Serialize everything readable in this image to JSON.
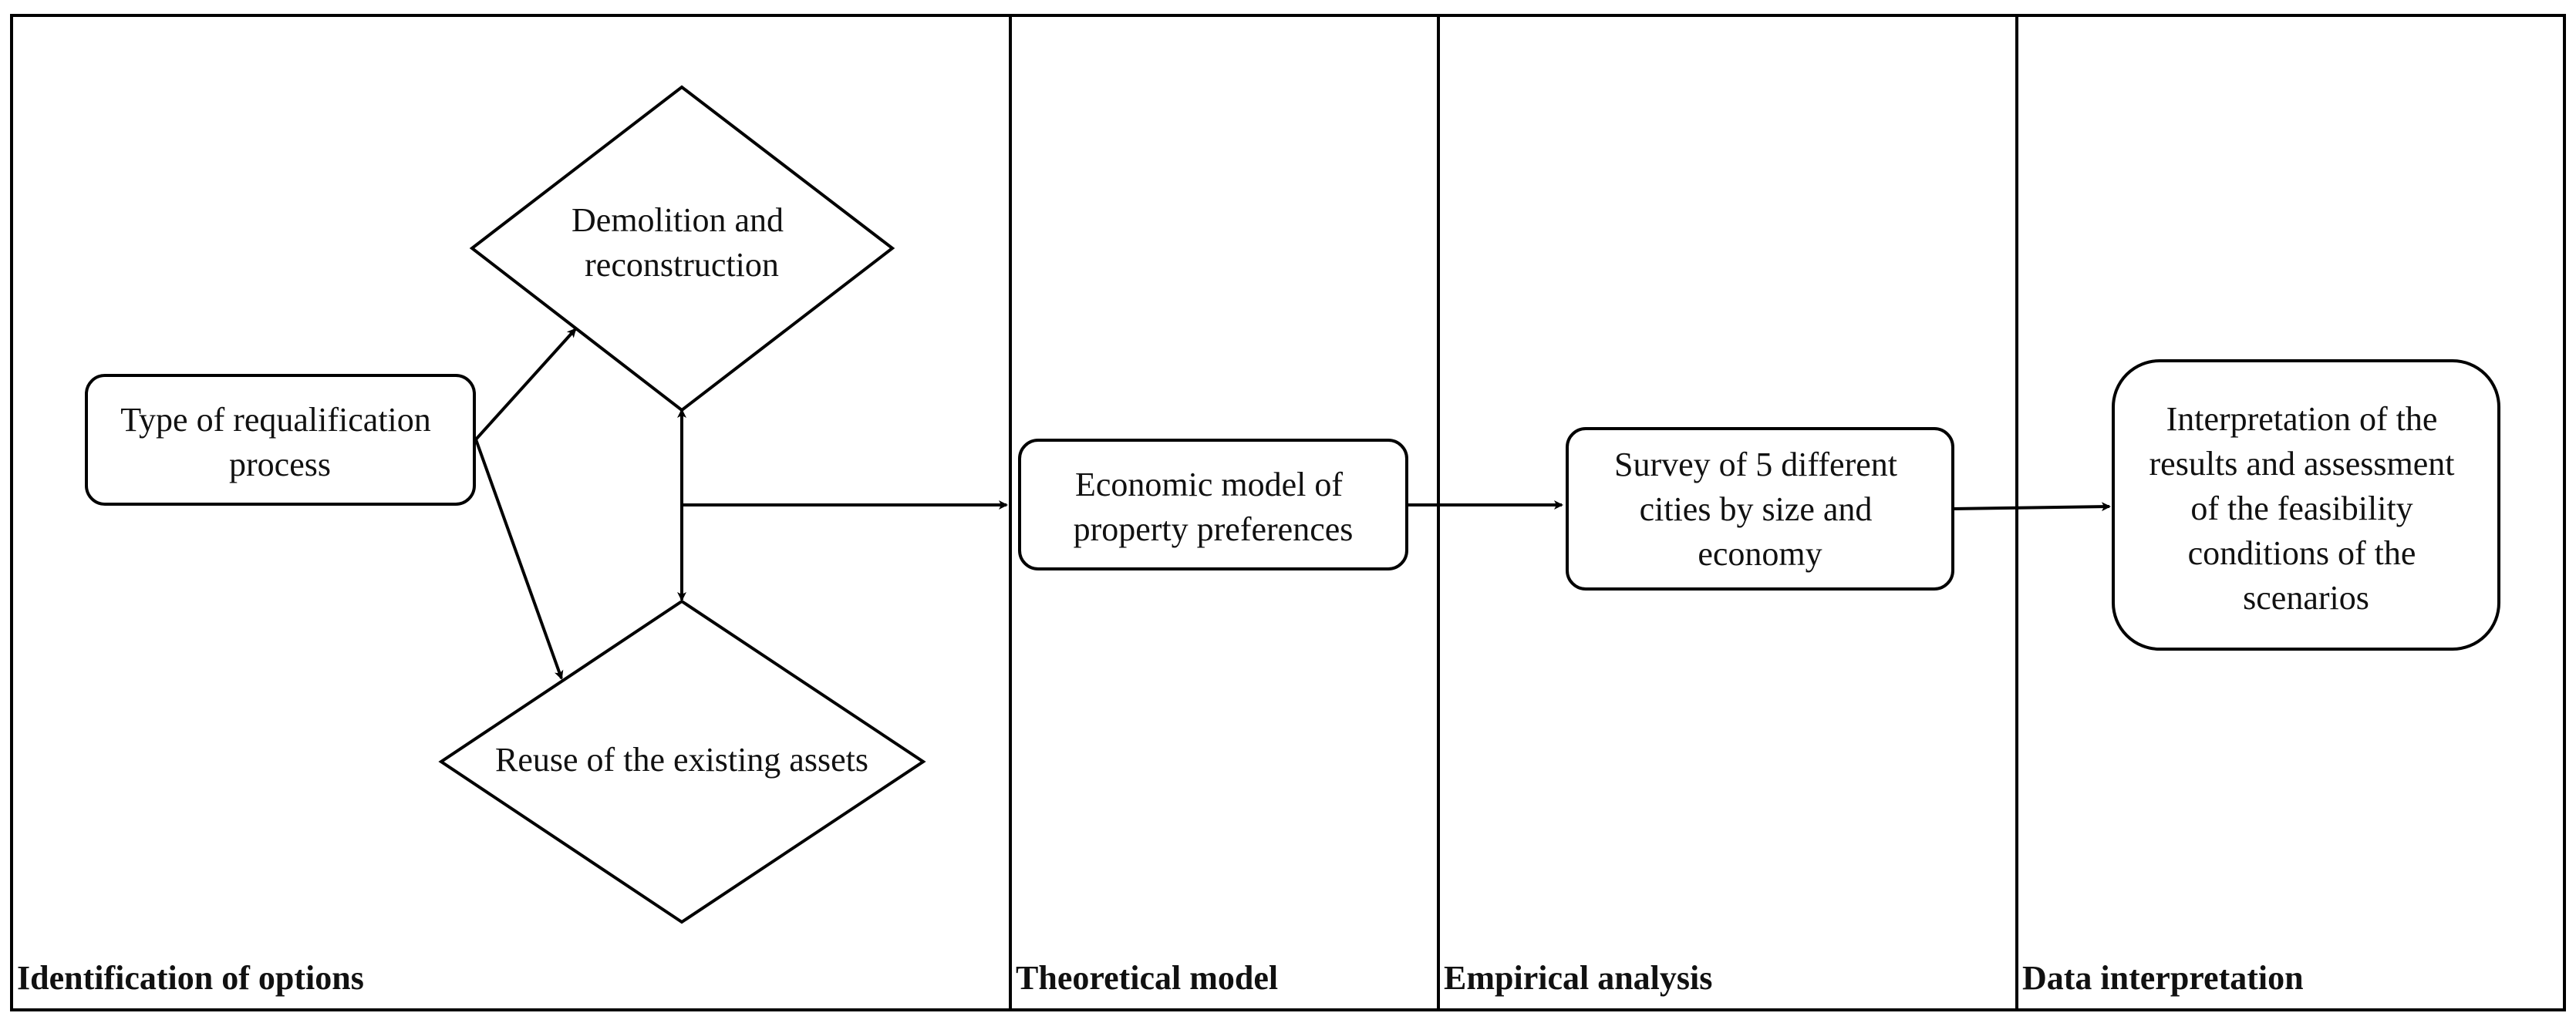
{
  "lanes": [
    {
      "id": "lane-identification",
      "label": "Identification of options"
    },
    {
      "id": "lane-theoretical",
      "label": "Theoretical model"
    },
    {
      "id": "lane-empirical",
      "label": "Empirical analysis"
    },
    {
      "id": "lane-interpretation",
      "label": "Data interpretation"
    }
  ],
  "nodes": {
    "type_of_requalification": {
      "shape": "rounded-rectangle",
      "lines": [
        "Type of requalification",
        "process"
      ]
    },
    "demolition": {
      "shape": "diamond",
      "lines": [
        "Demolition and",
        "reconstruction"
      ]
    },
    "reuse": {
      "shape": "diamond",
      "lines": [
        "Reuse of the existing assets"
      ]
    },
    "economic_model": {
      "shape": "rounded-rectangle",
      "lines": [
        "Economic model of",
        "property preferences"
      ]
    },
    "survey": {
      "shape": "rounded-rectangle",
      "lines": [
        "Survey of 5 different",
        "cities by size and",
        "economy"
      ]
    },
    "interpretation": {
      "shape": "rounded-rectangle",
      "lines": [
        "Interpretation of the",
        "results and assessment",
        "of the feasibility",
        "conditions of the",
        "scenarios"
      ]
    }
  },
  "edges": [
    {
      "from": "type_of_requalification",
      "to": "demolition",
      "direction": "forward"
    },
    {
      "from": "type_of_requalification",
      "to": "reuse",
      "direction": "forward"
    },
    {
      "from": "demolition",
      "to": "reuse",
      "direction": "both"
    },
    {
      "from": "demolition/reuse",
      "to": "economic_model",
      "direction": "forward"
    },
    {
      "from": "economic_model",
      "to": "survey",
      "direction": "forward"
    },
    {
      "from": "survey",
      "to": "interpretation",
      "direction": "forward"
    }
  ],
  "colors": {
    "stroke": "#000000",
    "fill": "#ffffff",
    "text": "#111111"
  }
}
